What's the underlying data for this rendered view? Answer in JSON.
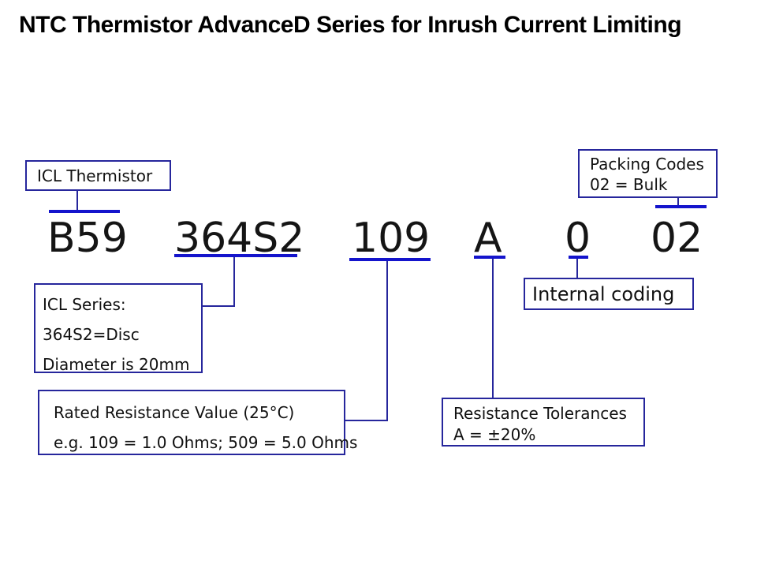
{
  "title": "NTC Thermistor AdvanceD Series for Inrush Current Limiting",
  "colors": {
    "box_border": "#26269c",
    "connector_line": "#26269c",
    "marker_line": "#1414cc",
    "text": "#111111",
    "background": "#ffffff"
  },
  "part_number": {
    "prefix": "B59",
    "series": "364S2",
    "resistance": "109",
    "tolerance": "A",
    "internal": "0",
    "packing": "02"
  },
  "callouts": {
    "icl_thermistor": {
      "line1": "ICL Thermistor"
    },
    "packing_codes": {
      "line1": "Packing Codes",
      "line2": "02 = Bulk"
    },
    "icl_series": {
      "line1": "ICL Series:",
      "line2": "364S2=Disc",
      "line3": "Diameter is 20mm"
    },
    "rated_resistance": {
      "line1": "Rated Resistance Value (25°C)",
      "line2": "e.g. 109 = 1.0 Ohms; 509 = 5.0 Ohms"
    },
    "resistance_tolerances": {
      "line1": "Resistance Tolerances",
      "line2": "A = ±20%"
    },
    "internal_coding": {
      "line1": "Internal coding"
    }
  }
}
